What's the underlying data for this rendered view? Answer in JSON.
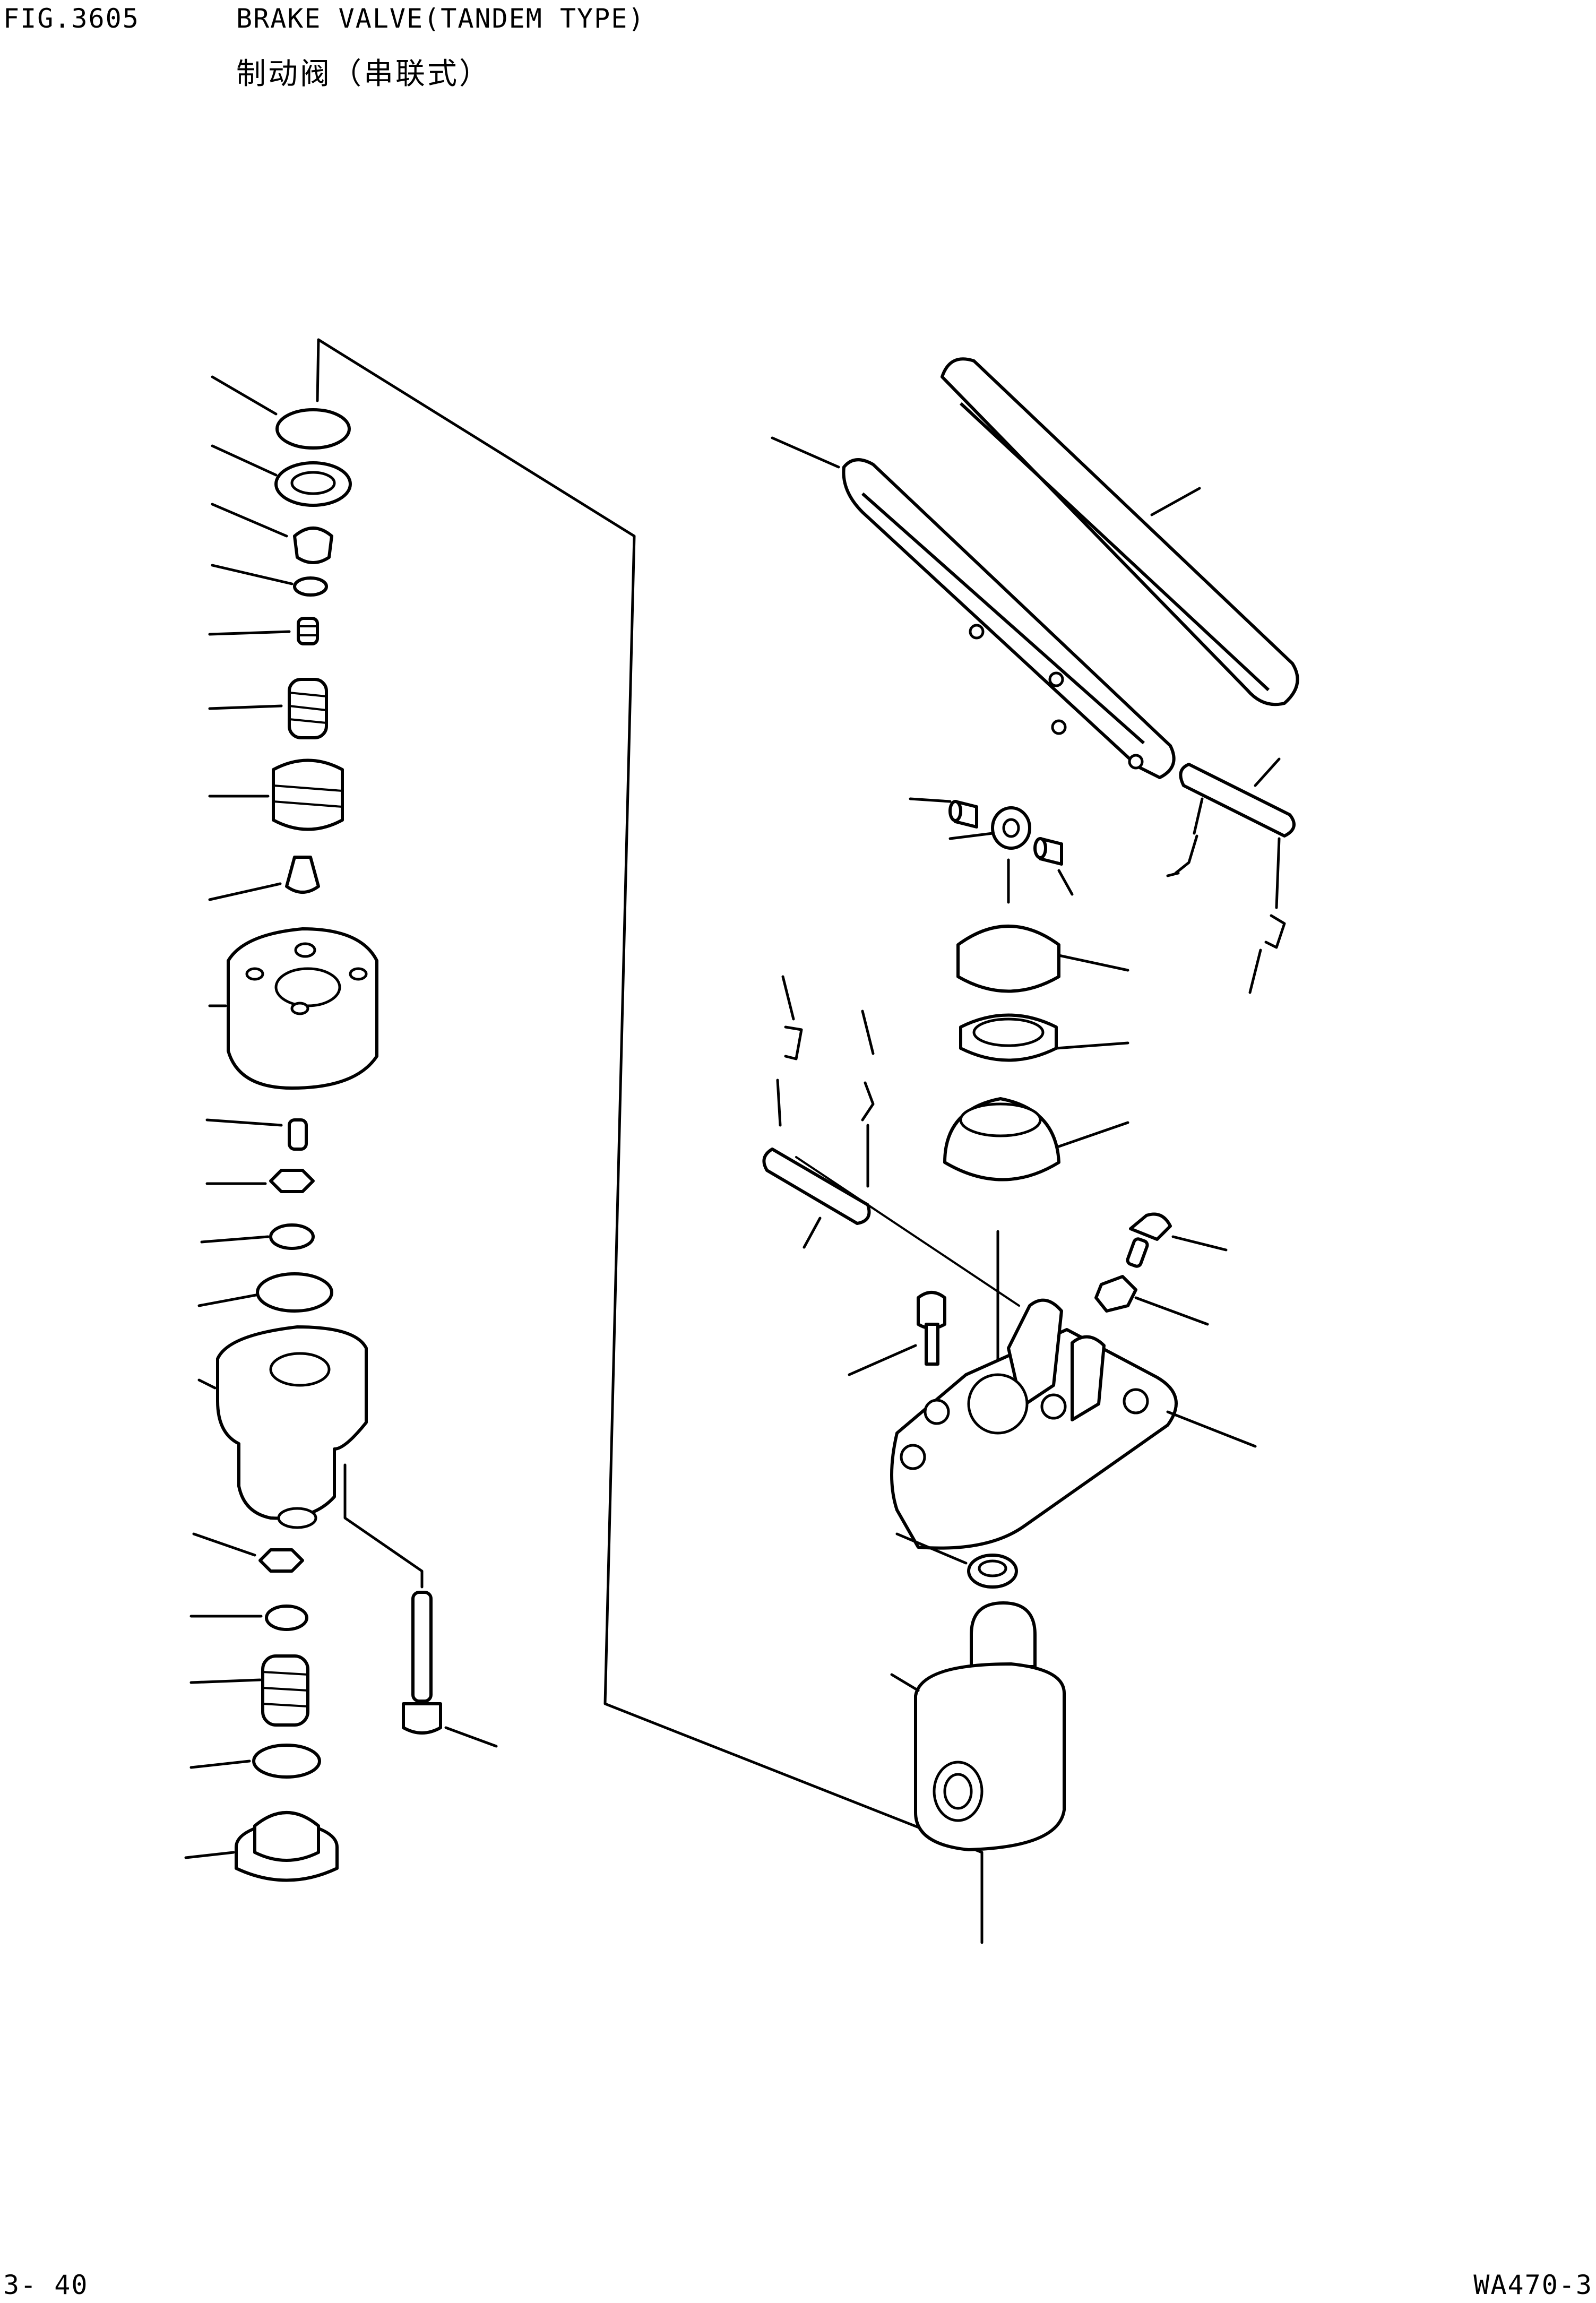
{
  "header": {
    "fig_number": "FIG.3605",
    "title": "BRAKE VALVE(TANDEM TYPE)",
    "title_cn": "制动阀（串联式）"
  },
  "footer": {
    "page_number": "3- 40",
    "model_code": "WA470-3"
  },
  "icons": {
    "o_ring": "o-ring-icon",
    "spring": "spring-icon",
    "bolt": "bolt-icon",
    "pedal": "pedal-icon",
    "valve_body": "valve-body-icon"
  }
}
